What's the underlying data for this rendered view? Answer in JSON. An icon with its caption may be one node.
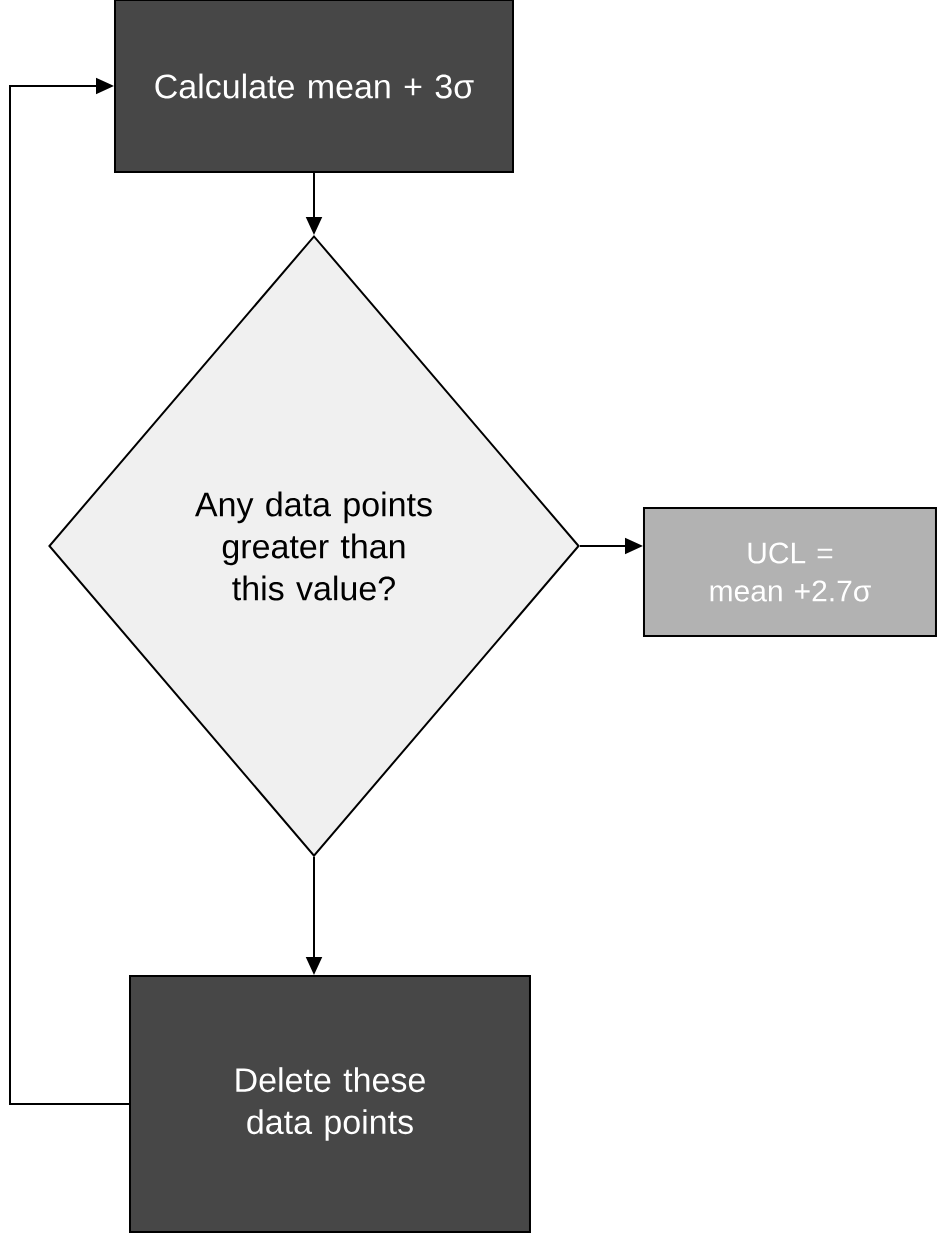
{
  "diagram": {
    "nodes": [
      {
        "text": [
          "Calculate mean + 3σ"
        ]
      },
      {
        "text": [
          "Any data points greater than this value?"
        ]
      },
      {
        "text": [
          "UCL = mean +2.7σ"
        ]
      },
      {
        "text": [
          "Delete these data points"
        ]
      }
    ],
    "edges": [
      {
        "from": 0,
        "to": 1,
        "arrow": "to"
      },
      {
        "from": 1,
        "to": 2,
        "arrow": "to"
      },
      {
        "from": 1,
        "to": 3,
        "arrow": "to"
      },
      {
        "from": 3,
        "to": 0,
        "arrow": "to"
      }
    ]
  }
}
